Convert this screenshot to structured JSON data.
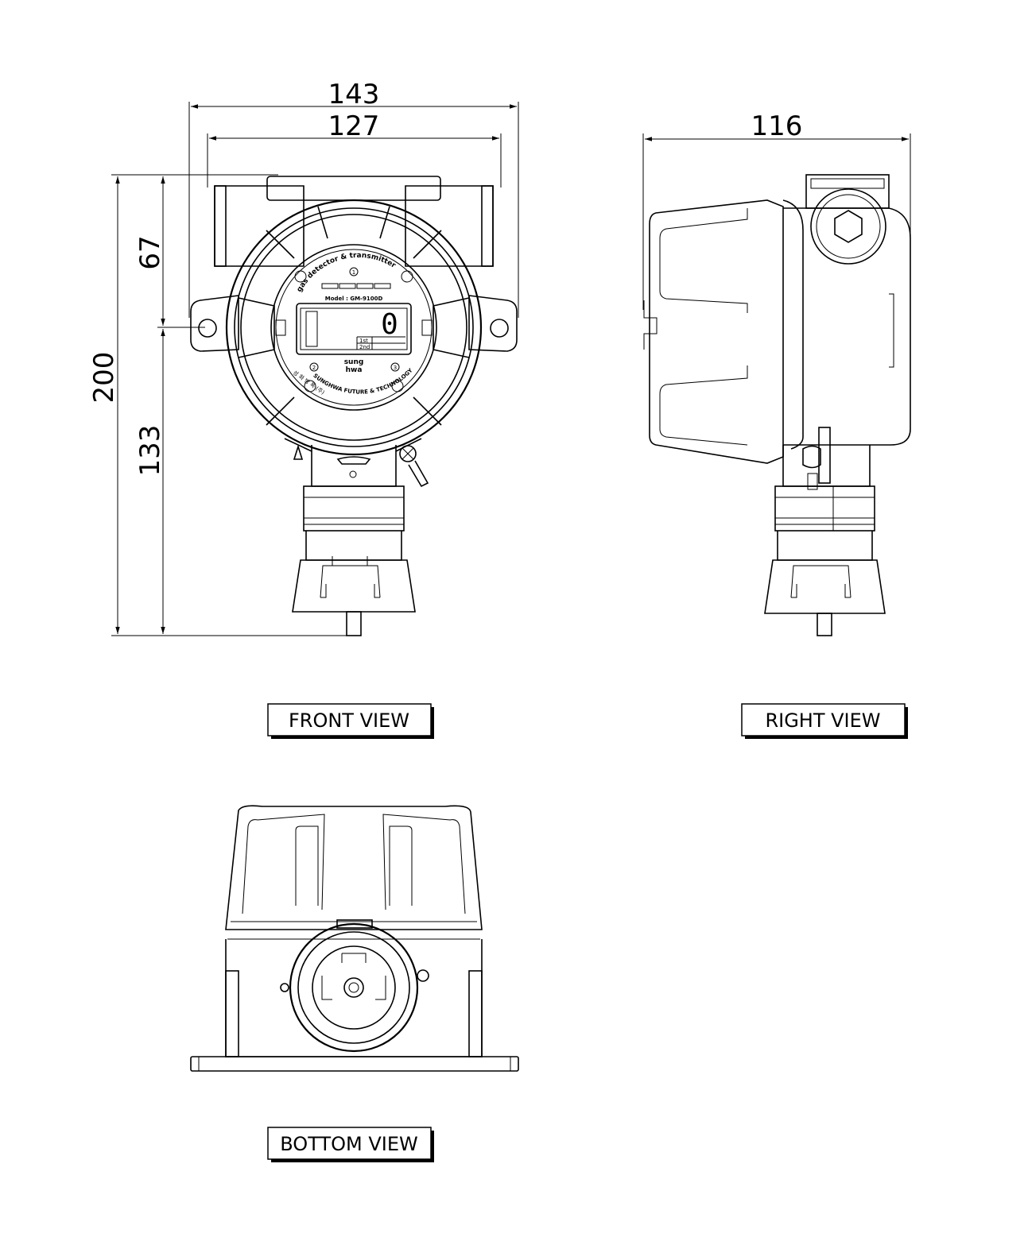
{
  "dimensions": {
    "overall_width": "143",
    "inner_width": "127",
    "depth": "116",
    "overall_height": "200",
    "upper_height": "67",
    "lower_height": "133"
  },
  "views": {
    "front": "FRONT VIEW",
    "right": "RIGHT VIEW",
    "bottom": "BOTTOM VIEW"
  },
  "faceplate": {
    "arc_text": "gas detector & transmitter",
    "model": "Model : GM-9100D",
    "reading": "0",
    "level_1": "1st",
    "level_2": "2nd",
    "brand_top": "sung",
    "brand_bottom": "hwa",
    "korean_text": "성 화 방 폭 (주)",
    "company": "SUNGHWA FUTURE & TECHNOLOGY",
    "button_1": "1",
    "button_2": "2",
    "button_3": "3"
  }
}
